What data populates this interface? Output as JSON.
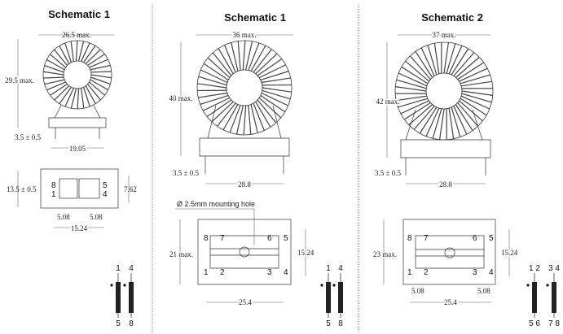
{
  "panels": [
    {
      "title": "Schematic 1",
      "width_dim": "26.5 max.",
      "height_dim": "29.5 max.",
      "pin_len": "3.5 ± 0.5",
      "pin_span": "19.05",
      "bottom_height": "13.5 ± 0.5",
      "row_pitch": "7.62",
      "pitch_left": "5.08",
      "pitch_right": "5.08",
      "base_span": "15.24",
      "pins_top": [
        "8",
        "5"
      ],
      "pins_bottom": [
        "1",
        "4"
      ],
      "coil_top": [
        "1",
        "4"
      ],
      "coil_bottom": [
        "5",
        "8"
      ]
    },
    {
      "title": "Schematic 1",
      "width_dim": "36 max.",
      "height_dim": "40 max.",
      "pin_len": "3.5 ± 0.5",
      "pin_span": "28.8",
      "hole_note": "Ø 2.5mm mounting hole",
      "bottom_height": "21 max.",
      "row_pitch": "15.24",
      "base_span": "25.4",
      "pins_top": [
        "8",
        "7",
        "6",
        "5"
      ],
      "pins_bottom": [
        "1",
        "2",
        "3",
        "4"
      ],
      "coil_top": [
        "1",
        "4"
      ],
      "coil_bottom": [
        "5",
        "8"
      ]
    },
    {
      "title": "Schematic 2",
      "width_dim": "37 max.",
      "height_dim": "42 max.",
      "pin_len": "3.5 ± 0.5",
      "pin_span": "28.8",
      "bottom_height": "23 max.",
      "row_pitch": "15.24",
      "pitch_left": "5.08",
      "pitch_right": "5.08",
      "base_span": "25.4",
      "pins_top": [
        "8",
        "7",
        "6",
        "5"
      ],
      "pins_bottom": [
        "1",
        "2",
        "3",
        "4"
      ],
      "coil_top": [
        "1 2",
        "3 4"
      ],
      "coil_bottom": [
        "5 6",
        "7 8"
      ]
    }
  ]
}
